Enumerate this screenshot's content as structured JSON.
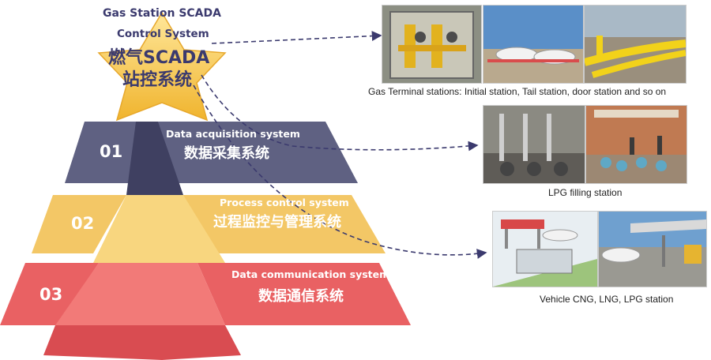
{
  "star": {
    "title_en_line1": "Gas  Station SCADA",
    "title_en_line2": "Control System",
    "title_cn_line1": "燃气SCADA",
    "title_cn_line2": "站控系统"
  },
  "levels": [
    {
      "number": "01",
      "en": "Data acquisition system",
      "cn": "数据采集系统"
    },
    {
      "number": "02",
      "en": "Process control system",
      "cn": "过程监控与管理系统"
    },
    {
      "number": "03",
      "en": "Data communication system",
      "cn": "数据通信系统"
    }
  ],
  "stations": [
    {
      "caption": "Gas Terminal stations: Initial station, Tail station, door station and so on"
    },
    {
      "caption": "LPG filling station"
    },
    {
      "caption": "Vehicle CNG, LNG, LPG station"
    }
  ],
  "colors": {
    "navy": "#3b3a6e",
    "star_gold": "#f7c94a",
    "level1": "#5f6182",
    "level2": "#f3c766",
    "level3": "#e96163",
    "arrow": "#3b3a6e"
  }
}
